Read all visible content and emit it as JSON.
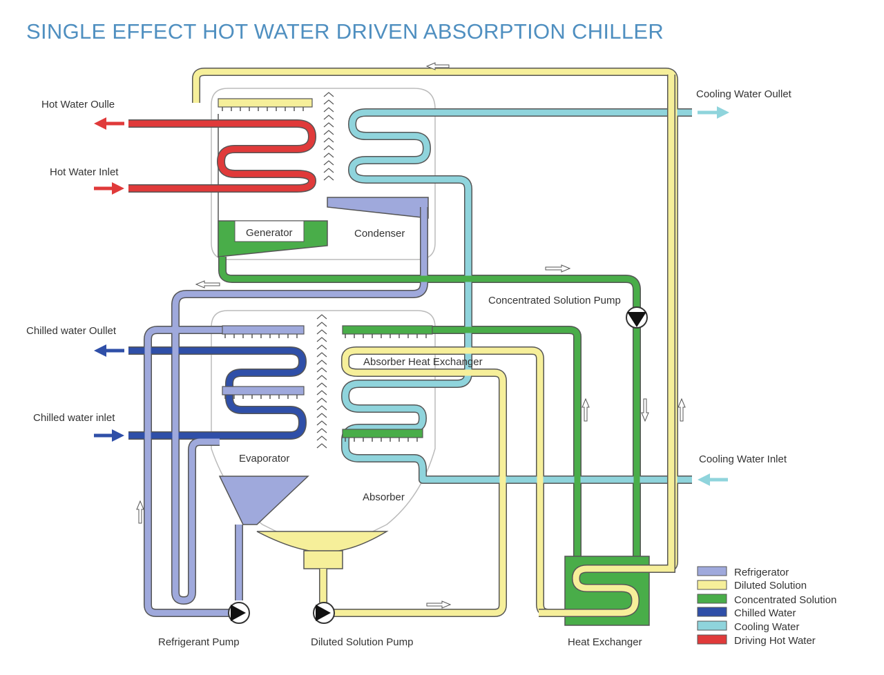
{
  "title": "SINGLE EFFECT HOT WATER DRIVEN ABSORPTION CHILLER",
  "colors": {
    "refrigerator": "#9fa9dc",
    "diluted_solution": "#f6ef9a",
    "concentrated_solution": "#49ad49",
    "chilled_water": "#2f4fa8",
    "cooling_water": "#8fd4dc",
    "driving_hot_water": "#e03a3a"
  },
  "labels": {
    "hot_water_outlet": "Hot Water Oulle",
    "hot_water_inlet": "Hot Water Inlet",
    "chilled_water_outlet": "Chilled water Oullet",
    "chilled_water_inlet": "Chilled water inlet",
    "cooling_water_outlet": "Cooling Water Oullet",
    "cooling_water_inlet": "Cooling Water Inlet",
    "generator": "Generator",
    "condenser": "Condenser",
    "evaporator": "Evaporator",
    "absorber": "Absorber",
    "absorber_heat_exchanger": "Absorber Heat Exchanger",
    "concentrated_solution_pump": "Concentrated Solution Pump",
    "refrigerant_pump": "Refrigerant Pump",
    "diluted_solution_pump": "Diluted Solution Pump",
    "heat_exchanger": "Heat Exchanger"
  },
  "legend": [
    {
      "label": "Refrigerator",
      "color": "#9fa9dc"
    },
    {
      "label": "Diluted Solution",
      "color": "#f6ef9a"
    },
    {
      "label": "Concentrated Solution",
      "color": "#49ad49"
    },
    {
      "label": "Chilled Water",
      "color": "#2f4fa8"
    },
    {
      "label": "Cooling Water",
      "color": "#8fd4dc"
    },
    {
      "label": "Driving Hot Water",
      "color": "#e03a3a"
    }
  ]
}
